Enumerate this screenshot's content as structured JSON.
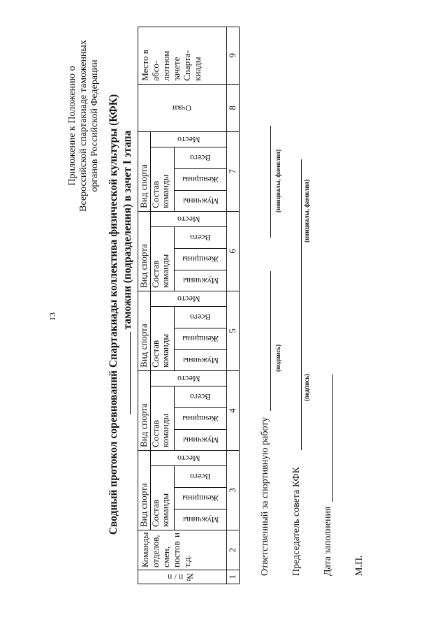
{
  "page_number": "13",
  "appendix": {
    "line1": "Приложение к Положению о",
    "line2": "Всероссийской спартакиаде таможенных",
    "line3": "органов Российской Федерации"
  },
  "title": "Сводный протокол соревнований Спартакиады коллектива физической культуры (КФК)",
  "subtitle": "таможни (подразделения) в зачет I этапа",
  "table": {
    "col_number": "№ п / п",
    "col_teams": [
      "Команды",
      "отделов,",
      "смен,",
      "постов",
      "и",
      "т.д."
    ],
    "sport_label": "Вид спорта",
    "team_label_1": "Состав",
    "team_label_2": "команды",
    "men": "Мужчины",
    "women": "Женщины",
    "total": "Всего",
    "place": "Место",
    "points": "Очки",
    "abs_place": [
      "Место в",
      "абсо-",
      "лютном",
      "зачете",
      "Спарта-",
      "киады"
    ],
    "column_numbers": [
      "1",
      "2",
      "3",
      "4",
      "5",
      "6",
      "7",
      "8",
      "9"
    ]
  },
  "signatures": {
    "responsible": "Ответственный за спортивную работу",
    "chairman": "Председатель совета КФК",
    "date": "Дата заполнения",
    "signature_caption": "(подпись)",
    "name_caption": "(инициалы, фамилия)",
    "stamp": "М.П."
  }
}
